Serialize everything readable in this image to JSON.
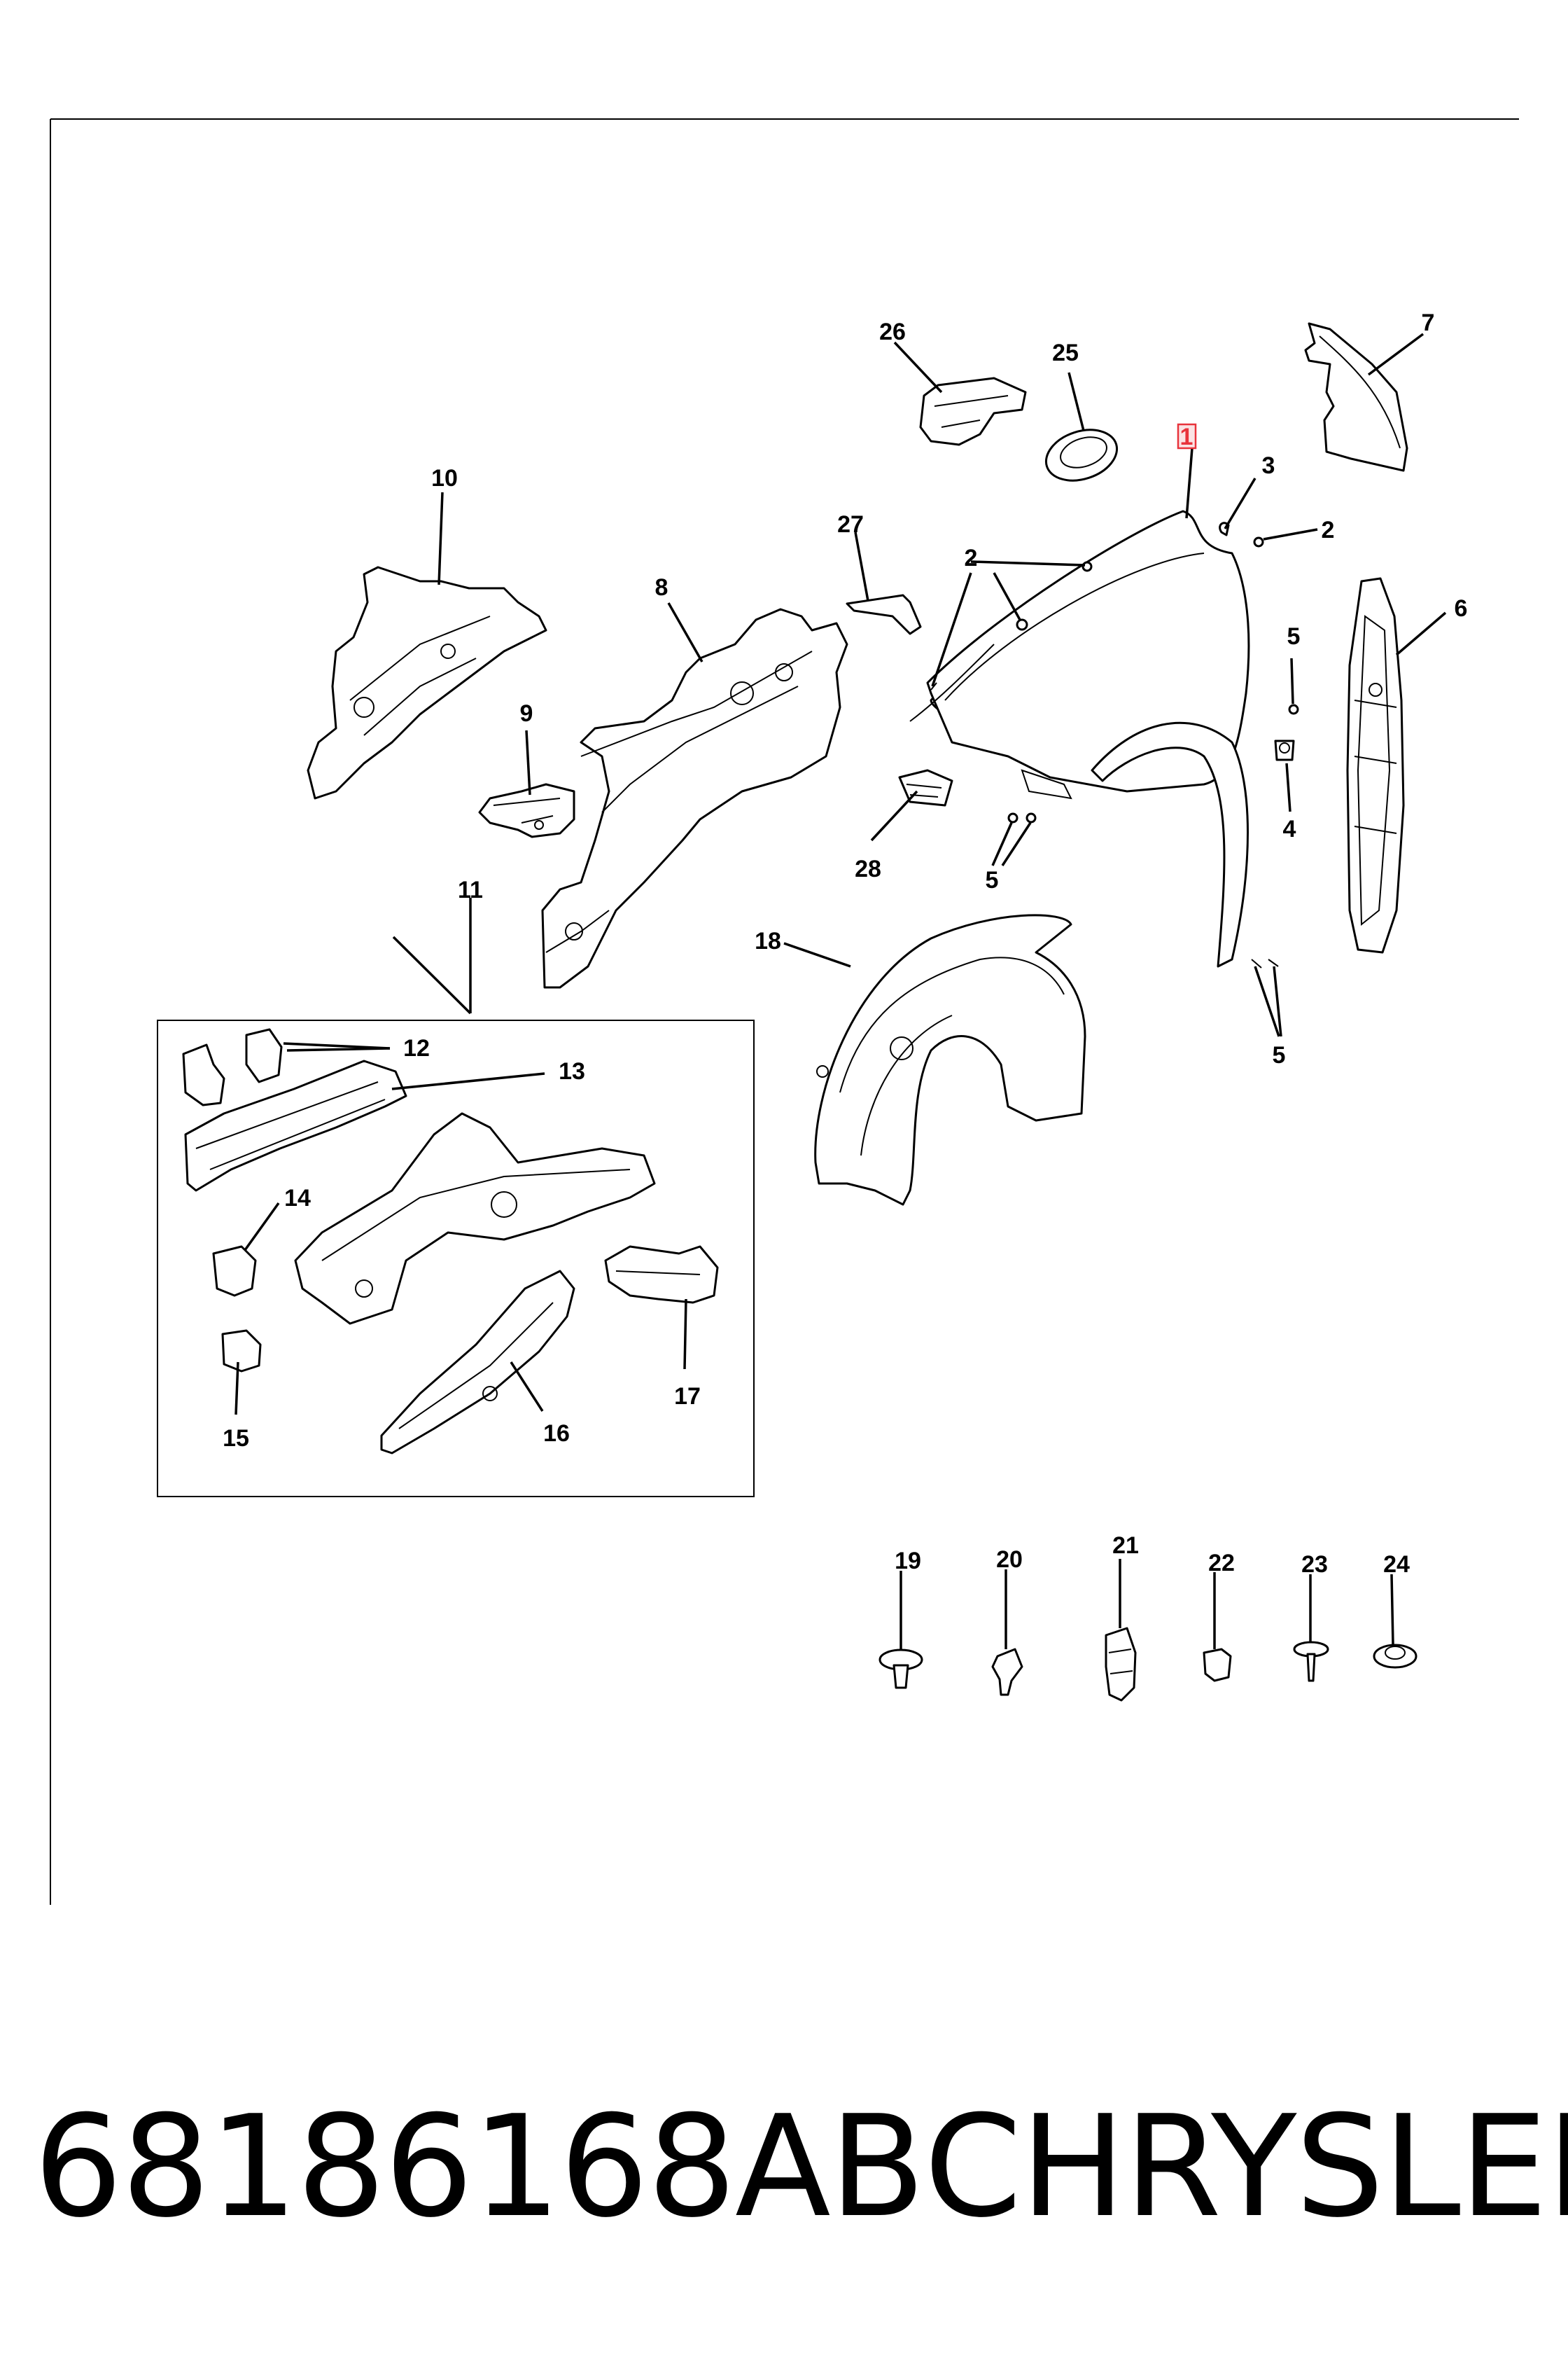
{
  "callouts": {
    "c1": "1",
    "c2": "2",
    "c3": "3",
    "c4": "4",
    "c5": "5",
    "c6": "6",
    "c7": "7",
    "c8": "8",
    "c9": "9",
    "c10": "10",
    "c11": "11",
    "c12": "12",
    "c13": "13",
    "c14": "14",
    "c15": "15",
    "c16": "16",
    "c17": "17",
    "c18": "18",
    "c19": "19",
    "c20": "20",
    "c21": "21",
    "c22": "22",
    "c23": "23",
    "c24": "24",
    "c25": "25",
    "c26": "26",
    "c27": "27",
    "c28": "28"
  },
  "highlight_color": "#e8333b",
  "footer": {
    "part_number": "68186168AB",
    "brand": "CHRYSLER"
  }
}
